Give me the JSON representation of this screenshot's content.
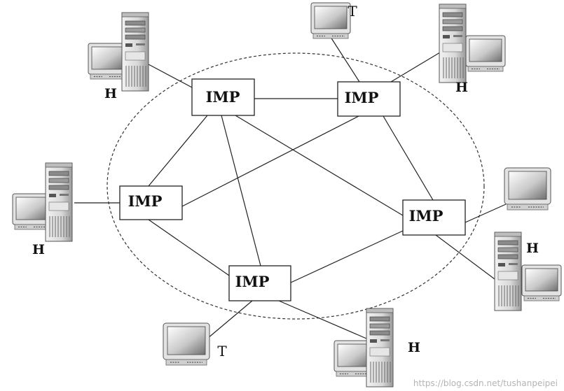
{
  "diagram": {
    "imp_label": "IMP",
    "host_label": "H",
    "terminal_label": "T",
    "watermark": "https://blog.csdn.net/tushanpeipei",
    "nodes": [
      {
        "id": "imp-top-left",
        "label": "IMP"
      },
      {
        "id": "imp-top-right",
        "label": "IMP"
      },
      {
        "id": "imp-left",
        "label": "IMP"
      },
      {
        "id": "imp-right",
        "label": "IMP"
      },
      {
        "id": "imp-bottom",
        "label": "IMP"
      }
    ],
    "hosts": [
      {
        "id": "host-top-left",
        "label": "H",
        "attached_to": "imp-top-left"
      },
      {
        "id": "host-top-right",
        "label": "H",
        "attached_to": "imp-top-right"
      },
      {
        "id": "host-left",
        "label": "H",
        "attached_to": "imp-left"
      },
      {
        "id": "host-right",
        "label": "H",
        "attached_to": "imp-right"
      },
      {
        "id": "host-bottom",
        "label": "H",
        "attached_to": "imp-bottom"
      }
    ],
    "terminals": [
      {
        "id": "terminal-top",
        "label": "T",
        "attached_to": "imp-top-right"
      },
      {
        "id": "terminal-right",
        "label": "",
        "attached_to": "imp-right"
      },
      {
        "id": "terminal-bottom",
        "label": "T",
        "attached_to": "imp-bottom"
      }
    ],
    "links": [
      [
        "imp-top-left",
        "imp-top-right"
      ],
      [
        "imp-top-left",
        "imp-left"
      ],
      [
        "imp-top-left",
        "imp-bottom"
      ],
      [
        "imp-top-left",
        "imp-right"
      ],
      [
        "imp-top-right",
        "imp-left"
      ],
      [
        "imp-top-right",
        "imp-right"
      ],
      [
        "imp-left",
        "imp-bottom"
      ],
      [
        "imp-bottom",
        "imp-right"
      ]
    ],
    "colors": {
      "line": "#222222",
      "box_fill": "#ffffff",
      "watermark": "#b4b4b4"
    }
  }
}
